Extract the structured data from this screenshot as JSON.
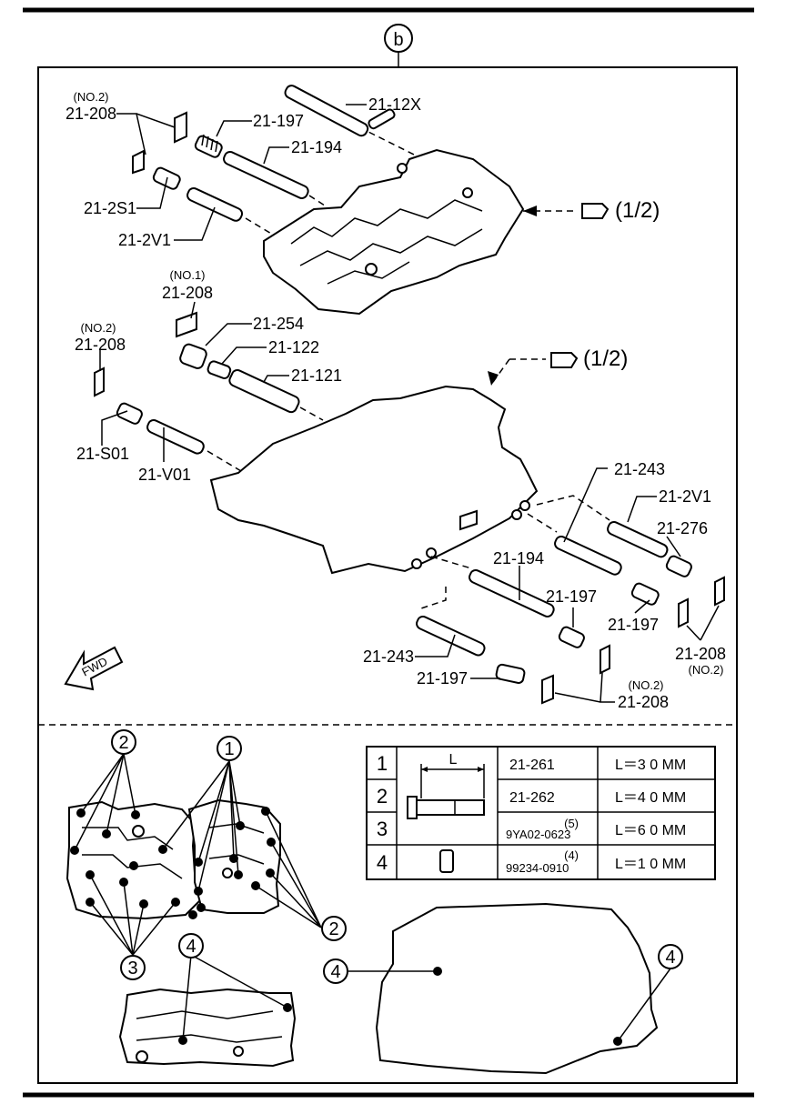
{
  "view_marker": "b",
  "reference": "(1/2)",
  "fwd": "FWD",
  "parts": {
    "p_21_12x": "21-12X",
    "p_21_197_a": "21-197",
    "p_21_194_a": "21-194",
    "p_21_2s1": "21-2S1",
    "p_21_2v1_a": "21-2V1",
    "p_21_208_top_no": "(NO.2)",
    "p_21_208_top": "21-208",
    "p_21_208_mid_no": "(NO.1)",
    "p_21_208_mid": "21-208",
    "p_21_254": "21-254",
    "p_21_122": "21-122",
    "p_21_121": "21-121",
    "p_21_208_left_no": "(NO.2)",
    "p_21_208_left": "21-208",
    "p_21_s01": "21-S01",
    "p_21_v01": "21-V01",
    "p_21_243_a": "21-243",
    "p_21_2v1_b": "21-2V1",
    "p_21_276": "21-276",
    "p_21_194_b": "21-194",
    "p_21_197_b": "21-197",
    "p_21_197_c": "21-197",
    "p_21_208_right": "21-208",
    "p_21_208_right_no": "(NO.2)",
    "p_21_243_b": "21-243",
    "p_21_197_d": "21-197",
    "p_21_208_bottom_no": "(NO.2)",
    "p_21_208_bottom": "21-208"
  },
  "callouts": {
    "c1": "1",
    "c2_top": "2",
    "c2_right": "2",
    "c3": "3",
    "c4_left": "4",
    "c4_mid": "4",
    "c4_right": "4"
  },
  "bolt_table": {
    "dimension_label": "L",
    "rows": [
      {
        "no": "1",
        "part": "21-261",
        "qty": "",
        "length": "L＝3 0 MM"
      },
      {
        "no": "2",
        "part": "21-262",
        "qty": "",
        "length": "L＝4 0 MM"
      },
      {
        "no": "3",
        "part": "9YA02-0623",
        "qty": "(5)",
        "length": "L＝6 0 MM"
      },
      {
        "no": "4",
        "part": "99234-0910",
        "qty": "(4)",
        "length": "L＝1 0 MM"
      }
    ]
  }
}
